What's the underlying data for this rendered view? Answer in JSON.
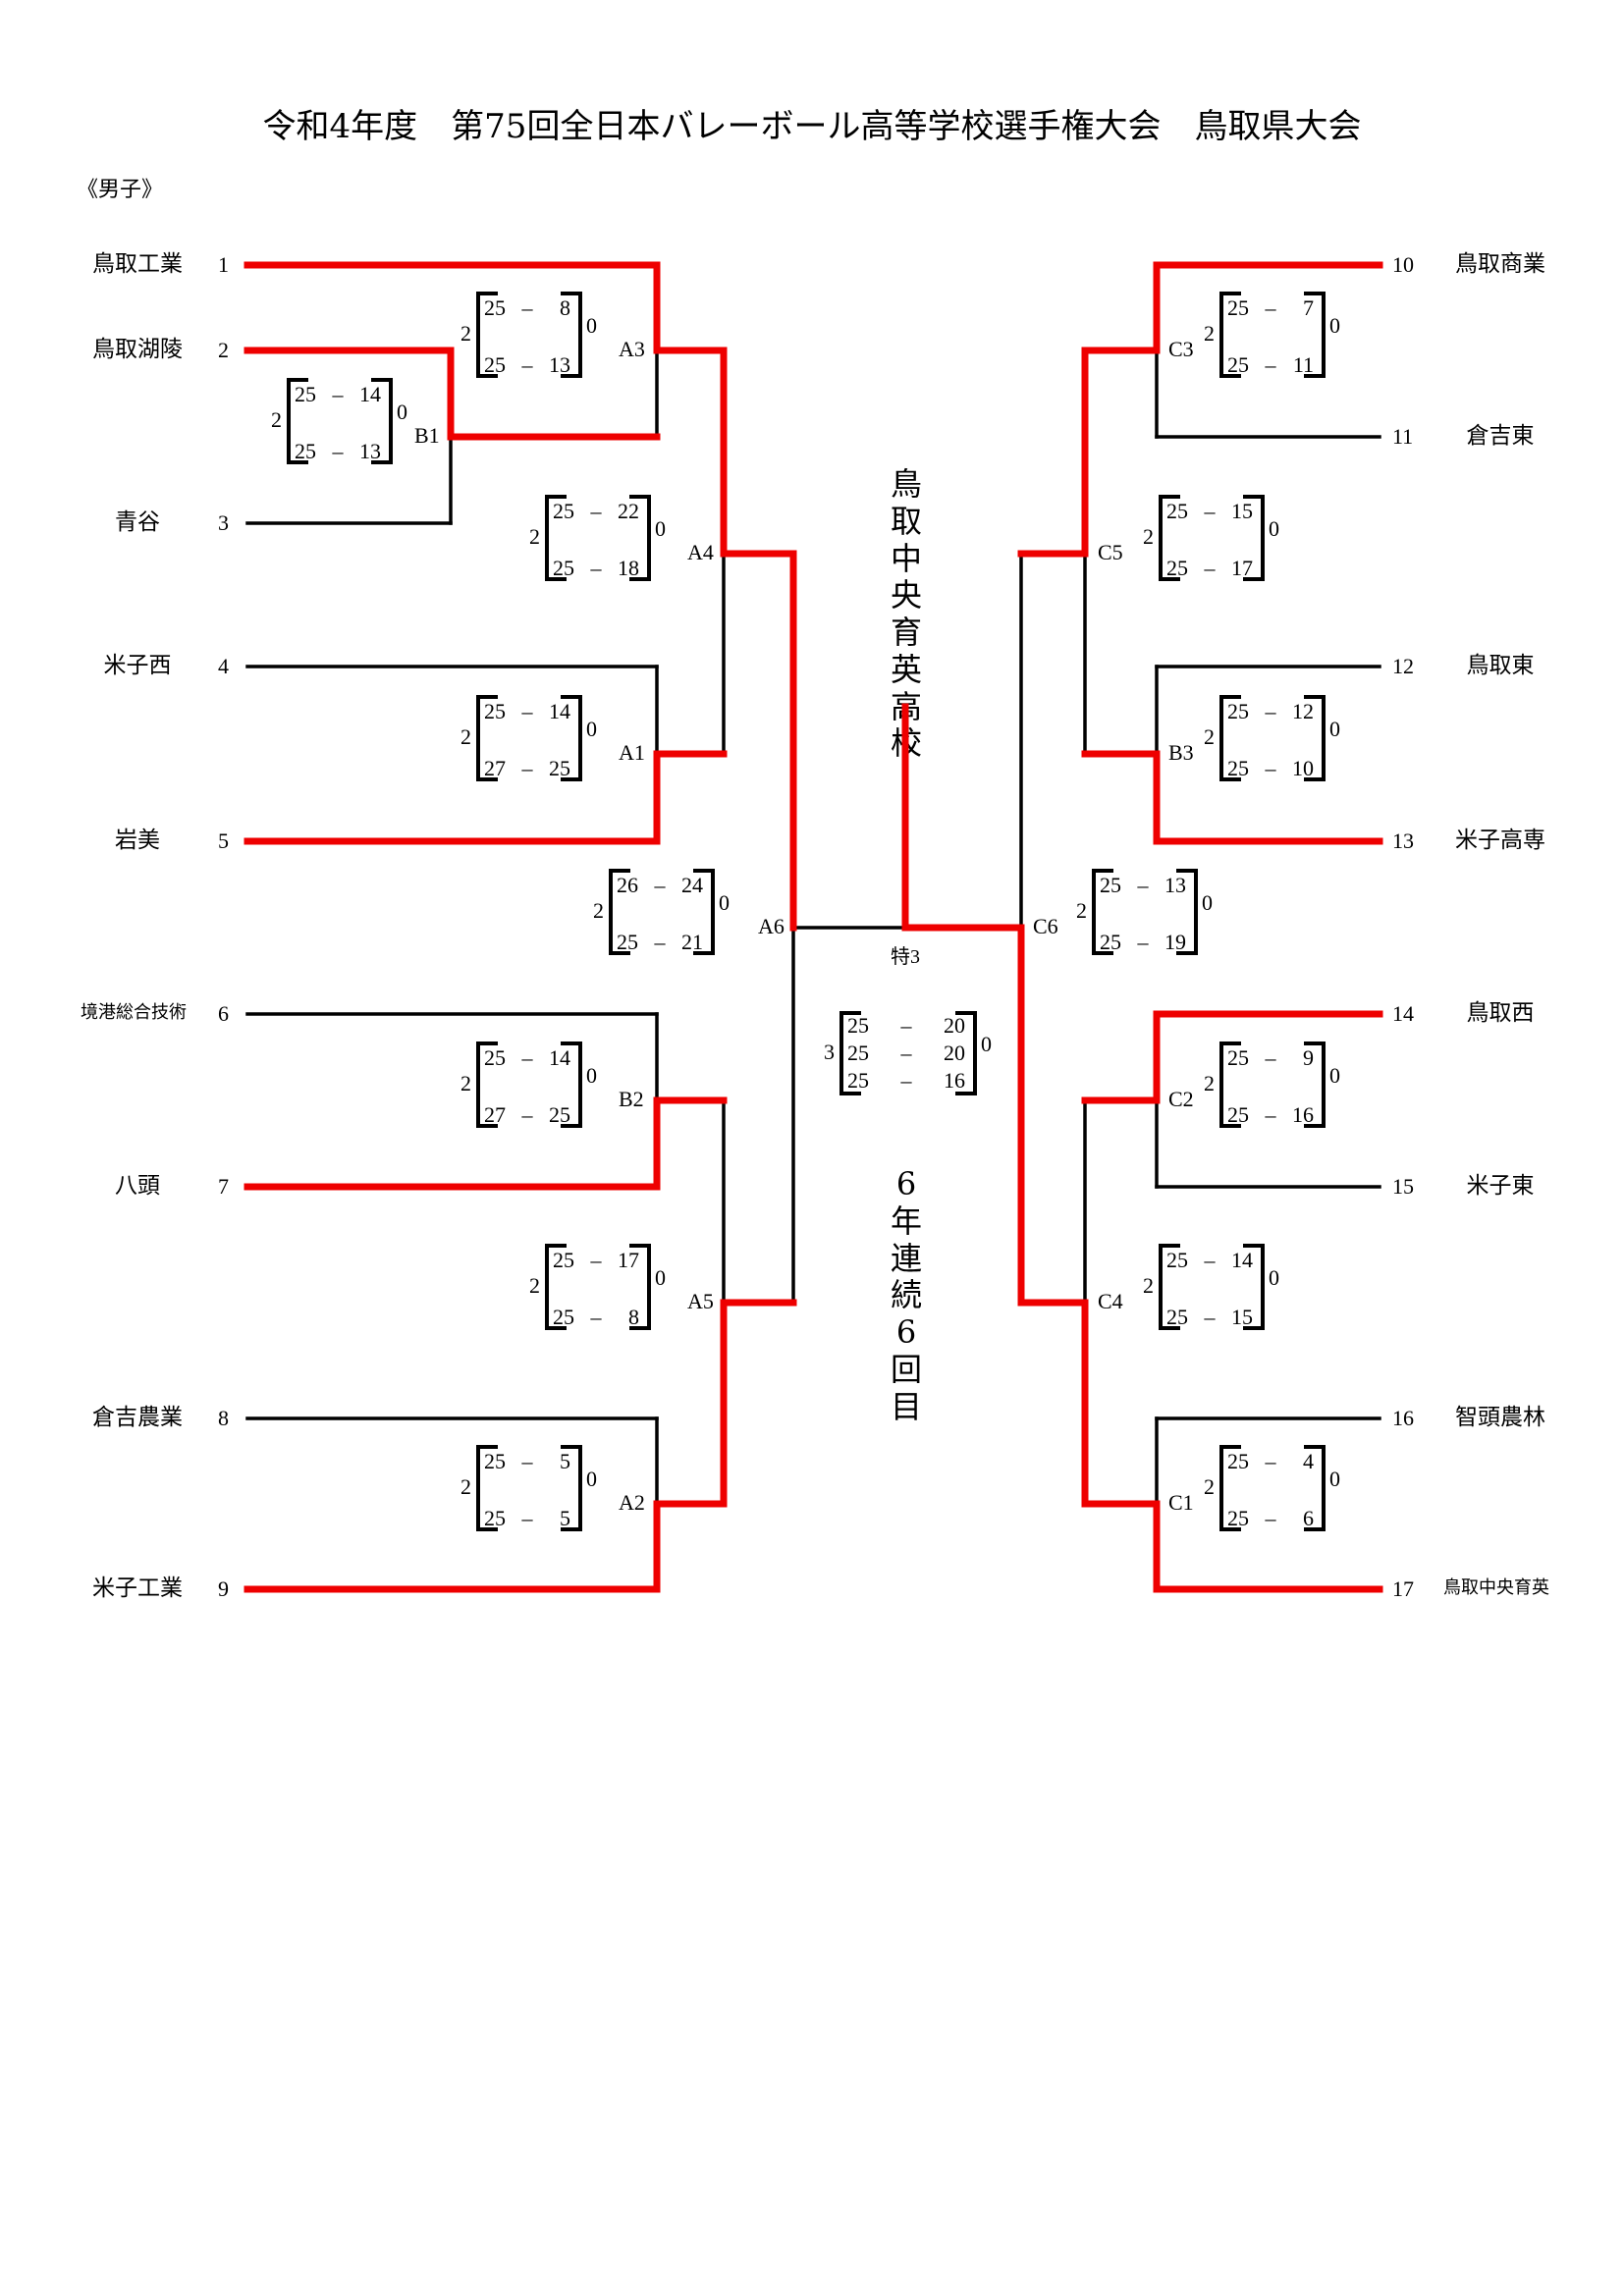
{
  "title": "令和4年度　第75回全日本バレーボール高等学校選手権大会　鳥取県大会",
  "subtitle": "《男子》",
  "colors": {
    "winner_line": "#ee0000",
    "loser_line": "#000000"
  },
  "champion": {
    "name_vertical": "鳥取中央育英高校",
    "note_vertical": "6年連続6回目"
  },
  "teams_left": [
    {
      "seed": "1",
      "name": "鳥取工業"
    },
    {
      "seed": "2",
      "name": "鳥取湖陵"
    },
    {
      "seed": "3",
      "name": "青谷"
    },
    {
      "seed": "4",
      "name": "米子西"
    },
    {
      "seed": "5",
      "name": "岩美"
    },
    {
      "seed": "6",
      "name": "境港総合技術"
    },
    {
      "seed": "7",
      "name": "八頭"
    },
    {
      "seed": "8",
      "name": "倉吉農業"
    },
    {
      "seed": "9",
      "name": "米子工業"
    }
  ],
  "teams_right": [
    {
      "seed": "10",
      "name": "鳥取商業"
    },
    {
      "seed": "11",
      "name": "倉吉東"
    },
    {
      "seed": "12",
      "name": "鳥取東"
    },
    {
      "seed": "13",
      "name": "米子高専"
    },
    {
      "seed": "14",
      "name": "鳥取西"
    },
    {
      "seed": "15",
      "name": "米子東"
    },
    {
      "seed": "16",
      "name": "智頭農林"
    },
    {
      "seed": "17",
      "name": "鳥取中央育英"
    }
  ],
  "matches": [
    {
      "code": "B1",
      "teams": [
        "鳥取湖陵",
        "青谷"
      ],
      "winner": "鳥取湖陵",
      "sets_won": "2",
      "sets_lost": "0",
      "sets": [
        [
          "25",
          "14"
        ],
        [
          "25",
          "13"
        ]
      ]
    },
    {
      "code": "A3",
      "teams": [
        "鳥取工業",
        "鳥取湖陵"
      ],
      "winner": "鳥取工業",
      "sets_won": "2",
      "sets_lost": "0",
      "sets": [
        [
          "25",
          "8"
        ],
        [
          "25",
          "13"
        ]
      ]
    },
    {
      "code": "A1",
      "teams": [
        "米子西",
        "岩美"
      ],
      "winner": "岩美",
      "sets_won": "2",
      "sets_lost": "0",
      "sets": [
        [
          "25",
          "14"
        ],
        [
          "27",
          "25"
        ]
      ]
    },
    {
      "code": "A4",
      "teams": [
        "鳥取工業",
        "岩美"
      ],
      "winner": "鳥取工業",
      "sets_won": "2",
      "sets_lost": "0",
      "sets": [
        [
          "25",
          "22"
        ],
        [
          "25",
          "18"
        ]
      ]
    },
    {
      "code": "B2",
      "teams": [
        "境港総合技術",
        "八頭"
      ],
      "winner": "八頭",
      "sets_won": "2",
      "sets_lost": "0",
      "sets": [
        [
          "25",
          "14"
        ],
        [
          "27",
          "25"
        ]
      ]
    },
    {
      "code": "A2",
      "teams": [
        "倉吉農業",
        "米子工業"
      ],
      "winner": "米子工業",
      "sets_won": "2",
      "sets_lost": "0",
      "sets": [
        [
          "25",
          "5"
        ],
        [
          "25",
          "5"
        ]
      ]
    },
    {
      "code": "A5",
      "teams": [
        "八頭",
        "米子工業"
      ],
      "winner": "米子工業",
      "sets_won": "2",
      "sets_lost": "0",
      "sets": [
        [
          "25",
          "17"
        ],
        [
          "25",
          "8"
        ]
      ]
    },
    {
      "code": "A6",
      "teams": [
        "鳥取工業",
        "米子工業"
      ],
      "winner": "鳥取工業",
      "sets_won": "2",
      "sets_lost": "0",
      "sets": [
        [
          "26",
          "24"
        ],
        [
          "25",
          "21"
        ]
      ]
    },
    {
      "code": "C3",
      "teams": [
        "鳥取商業",
        "倉吉東"
      ],
      "winner": "鳥取商業",
      "sets_won": "2",
      "sets_lost": "0",
      "sets": [
        [
          "25",
          "7"
        ],
        [
          "25",
          "11"
        ]
      ]
    },
    {
      "code": "B3",
      "teams": [
        "鳥取東",
        "米子高専"
      ],
      "winner": "米子高専",
      "sets_won": "2",
      "sets_lost": "0",
      "sets": [
        [
          "25",
          "12"
        ],
        [
          "25",
          "10"
        ]
      ]
    },
    {
      "code": "C5",
      "teams": [
        "鳥取商業",
        "米子高専"
      ],
      "winner": "鳥取商業",
      "sets_won": "2",
      "sets_lost": "0",
      "sets": [
        [
          "25",
          "15"
        ],
        [
          "25",
          "17"
        ]
      ]
    },
    {
      "code": "C2",
      "teams": [
        "鳥取西",
        "米子東"
      ],
      "winner": "鳥取西",
      "sets_won": "2",
      "sets_lost": "0",
      "sets": [
        [
          "25",
          "9"
        ],
        [
          "25",
          "16"
        ]
      ]
    },
    {
      "code": "C1",
      "teams": [
        "智頭農林",
        "鳥取中央育英"
      ],
      "winner": "鳥取中央育英",
      "sets_won": "2",
      "sets_lost": "0",
      "sets": [
        [
          "25",
          "4"
        ],
        [
          "25",
          "6"
        ]
      ]
    },
    {
      "code": "C4",
      "teams": [
        "鳥取西",
        "鳥取中央育英"
      ],
      "winner": "鳥取中央育英",
      "sets_won": "2",
      "sets_lost": "0",
      "sets": [
        [
          "25",
          "14"
        ],
        [
          "25",
          "15"
        ]
      ]
    },
    {
      "code": "C6",
      "teams": [
        "鳥取商業",
        "鳥取中央育英"
      ],
      "winner": "鳥取中央育英",
      "sets_won": "2",
      "sets_lost": "0",
      "sets": [
        [
          "25",
          "13"
        ],
        [
          "25",
          "19"
        ]
      ]
    },
    {
      "code": "特3",
      "teams": [
        "鳥取工業",
        "鳥取中央育英"
      ],
      "winner": "鳥取中央育英",
      "sets_won": "3",
      "sets_lost": "0",
      "sets": [
        [
          "25",
          "20"
        ],
        [
          "25",
          "20"
        ],
        [
          "25",
          "16"
        ]
      ]
    }
  ]
}
